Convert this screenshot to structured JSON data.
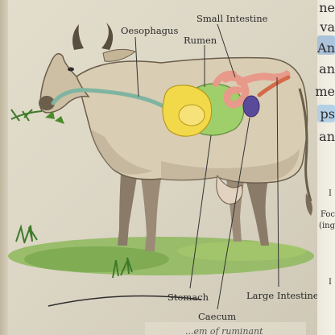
{
  "figure": {
    "labels": {
      "oesophagus": "Oesophagus",
      "small_intestine": "Small Intestine",
      "rumen": "Rumen",
      "stomach": "Stomach",
      "large_intestine": "Large Intestine",
      "caecum": "Caecum"
    },
    "caption": "...em of ruminant",
    "colors": {
      "stomach_yellow": "#f2d94a",
      "rumen_green": "#9fcf6a",
      "small_intestine_pink": "#e89a8a",
      "caecum_purple": "#5a4a9a",
      "oesophagus_green": "#7fb5a0"
    }
  },
  "side_text": {
    "lines": [
      "ne",
      "va",
      "An",
      "an",
      "me",
      "ps",
      "an",
      "I",
      "Foc",
      "(ing",
      "I"
    ]
  }
}
